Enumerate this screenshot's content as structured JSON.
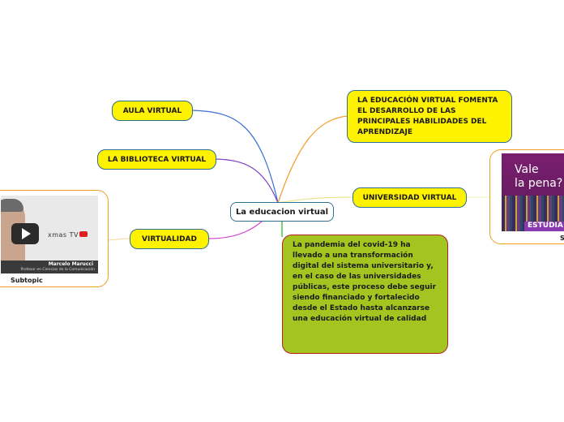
{
  "center": "La educacion virtual",
  "topics": {
    "aula": "AULA VIRTUAL",
    "biblioteca": "LA BIBLIOTECA VIRTUAL",
    "virtualidad": "VIRTUALIDAD",
    "fomenta": "LA EDUCACIÓN VIRTUAL FOMENTA EL DESARROLLO DE LAS PRINCIPALES HABILIDADES DEL APRENDIZAJE",
    "universidad": "UNIVERSIDAD VIRTUAL",
    "pandemia": "La pandemia del covid-19 ha llevado a una transformación digital del sistema universitario y, en el caso de las universidades públicas, este proceso debe seguir siendo financiado y fortalecido desde el Estado hasta alcanzarse una educación virtual de calidad"
  },
  "video_card": {
    "caption": "Subtopic",
    "brand": "xmas TV",
    "person_name": "Marcelo Marucci",
    "person_role": "Profesor en Ciencias de la Comunicación"
  },
  "poster_card": {
    "caption": "S",
    "title_line1": "Vale",
    "title_line2": "la pena?",
    "band_text": "ESTUDIA"
  },
  "colors": {
    "aula_link": "#3b6fd4",
    "biblioteca_link": "#7a3fc8",
    "virtualidad_link": "#d63fd6",
    "fomenta_link": "#f0a030",
    "universidad_link": "#e8e890",
    "pandemia_link": "#39c030",
    "topic_fill": "#fff200",
    "pandemia_fill": "#a4c520"
  }
}
